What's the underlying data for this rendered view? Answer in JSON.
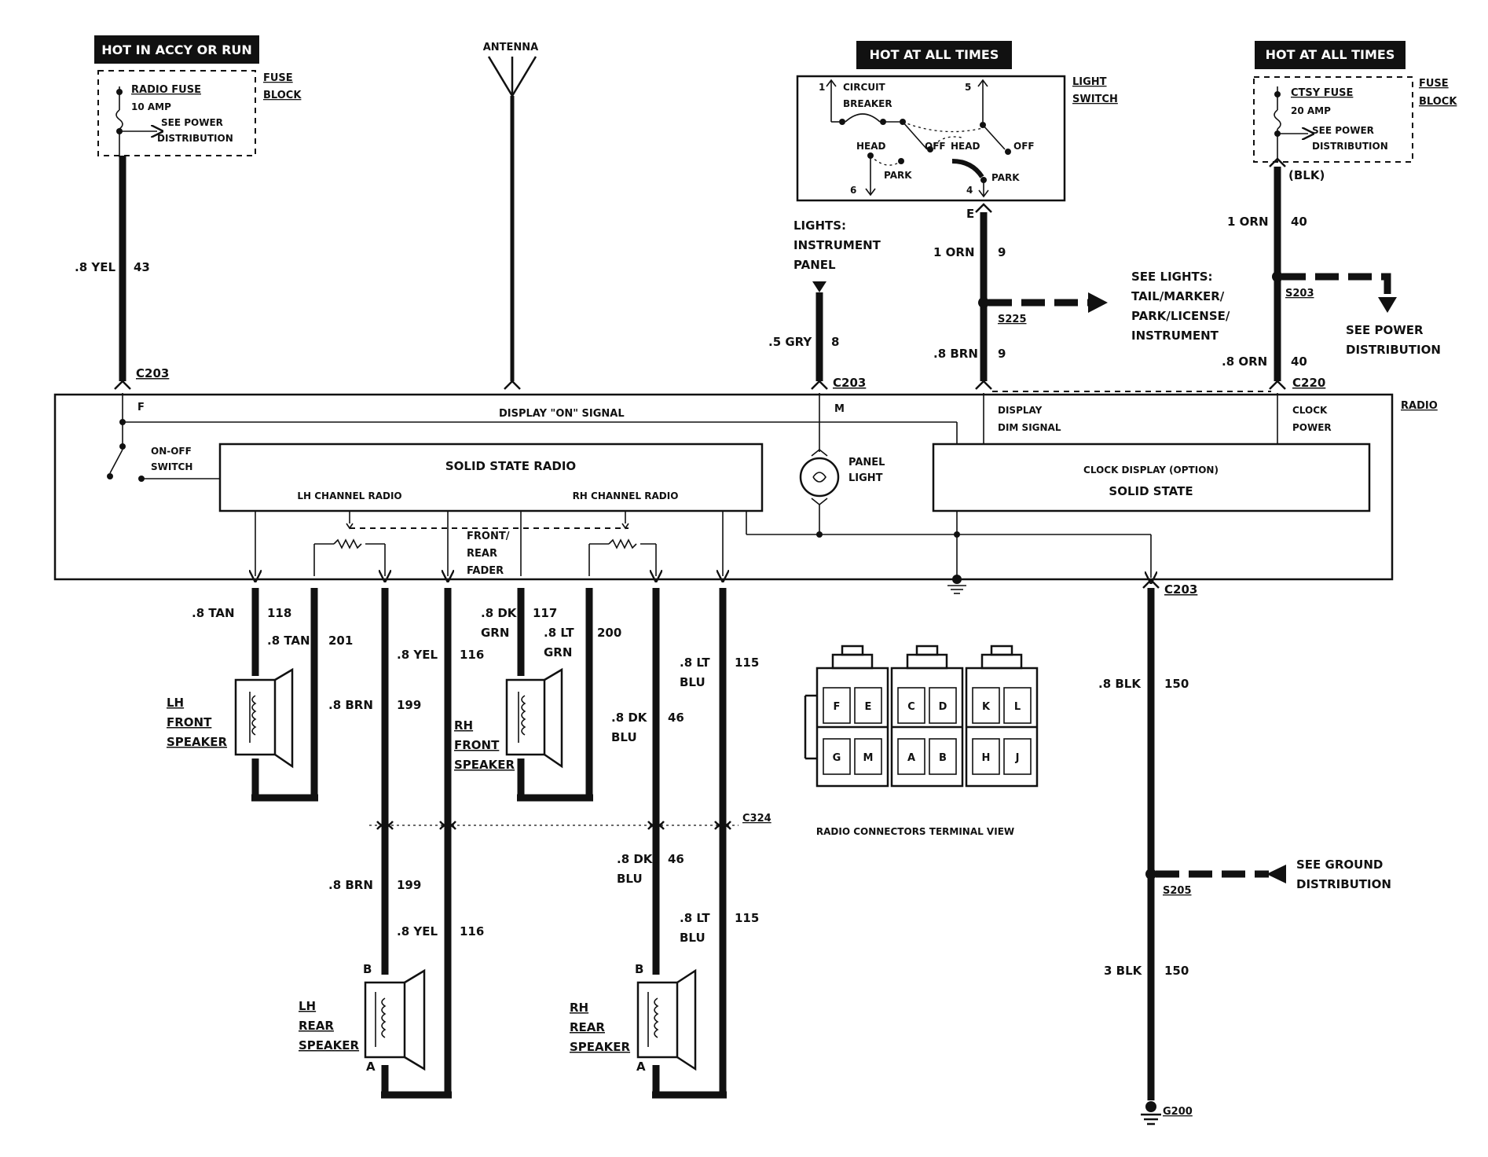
{
  "banners": {
    "hot_accy_run": "HOT IN ACCY OR RUN",
    "hot_all_times_1": "HOT AT ALL TIMES",
    "hot_all_times_2": "HOT AT ALL TIMES"
  },
  "radio_fuse": {
    "name": "RADIO FUSE",
    "amp": "10 AMP",
    "note_1": "SEE POWER",
    "note_2": "DISTRIBUTION",
    "block_1": "FUSE",
    "block_2": "BLOCK"
  },
  "ctsy_fuse": {
    "name": "CTSY FUSE",
    "amp": "20 AMP",
    "note_1": "SEE POWER",
    "note_2": "DISTRIBUTION",
    "block_1": "FUSE",
    "block_2": "BLOCK",
    "blk": "(BLK)"
  },
  "antenna": "ANTENNA",
  "light_switch": {
    "title_1": "LIGHT",
    "title_2": "SWITCH",
    "cb_1": "CIRCUIT",
    "cb_2": "BREAKER",
    "head_1": "HEAD",
    "off_1": "OFF",
    "park_1": "PARK",
    "head_2": "HEAD",
    "off_2": "OFF",
    "park_2": "PARK",
    "pin_1": "1",
    "pin_5": "5",
    "pin_6": "6",
    "pin_4": "4",
    "pin_e": "E"
  },
  "lights_ip": {
    "line_1": "LIGHTS:",
    "line_2": "INSTRUMENT",
    "line_3": "PANEL"
  },
  "see_lights": {
    "line_1": "SEE LIGHTS:",
    "line_2": "TAIL/MARKER/",
    "line_3": "PARK/LICENSE/",
    "line_4": "INSTRUMENT"
  },
  "see_power": {
    "line_1": "SEE POWER",
    "line_2": "DISTRIBUTION"
  },
  "see_ground": {
    "line_1": "SEE GROUND",
    "line_2": "DISTRIBUTION"
  },
  "wires": {
    "w43_color": ".8 YEL",
    "w43_num": "43",
    "w8_color": ".5 GRY",
    "w8_num": "8",
    "w9a_color": "1 ORN",
    "w9a_num": "9",
    "w9b_color": ".8 BRN",
    "w9b_num": "9",
    "w40a_color": "1 ORN",
    "w40a_num": "40",
    "w40b_color": ".8 ORN",
    "w40b_num": "40",
    "w118_color": ".8 TAN",
    "w118_num": "118",
    "w201_color": ".8 TAN",
    "w201_num": "201",
    "w116a_color": ".8 YEL",
    "w116a_num": "116",
    "w199a_color": ".8 BRN",
    "w199a_num": "199",
    "w117_color_1": ".8 DK",
    "w117_color_2": "GRN",
    "w117_num": "117",
    "w200_color_1": ".8 LT",
    "w200_color_2": "GRN",
    "w200_num": "200",
    "w115a_color_1": ".8 LT",
    "w115a_color_2": "BLU",
    "w115a_num": "115",
    "w46a_color_1": ".8 DK",
    "w46a_color_2": "BLU",
    "w46a_num": "46",
    "w150a_color": ".8 BLK",
    "w150a_num": "150",
    "w199b_color": ".8 BRN",
    "w199b_num": "199",
    "w116b_color": ".8 YEL",
    "w116b_num": "116",
    "w46b_color_1": ".8 DK",
    "w46b_color_2": "BLU",
    "w46b_num": "46",
    "w115b_color_1": ".8 LT",
    "w115b_color_2": "BLU",
    "w115b_num": "115",
    "w150b_color": "3 BLK",
    "w150b_num": "150"
  },
  "connectors": {
    "c203_a": "C203",
    "c203_b": "C203",
    "c203_c": "C203",
    "c220": "C220",
    "c324": "C324",
    "s225": "S225",
    "s203": "S203",
    "s205": "S205",
    "g200": "G200"
  },
  "radio": {
    "label": "RADIO",
    "pin_f": "F",
    "pin_m": "M",
    "display_on": "DISPLAY \"ON\" SIGNAL",
    "display_dim_1": "DISPLAY",
    "display_dim_2": "DIM SIGNAL",
    "clock_power_1": "CLOCK",
    "clock_power_2": "POWER",
    "on_off_1": "ON-OFF",
    "on_off_2": "SWITCH",
    "solid_state_radio": "SOLID STATE RADIO",
    "lh_channel": "LH CHANNEL RADIO",
    "rh_channel": "RH CHANNEL RADIO",
    "panel_light_1": "PANEL",
    "panel_light_2": "LIGHT",
    "clock_display": "CLOCK DISPLAY (OPTION)",
    "clock_solid": "SOLID STATE",
    "fader_1": "FRONT/",
    "fader_2": "REAR",
    "fader_3": "FADER"
  },
  "speakers": {
    "lhf_1": "LH",
    "lhf_2": "FRONT",
    "lhf_3": "SPEAKER",
    "rhf_1": "RH",
    "rhf_2": "FRONT",
    "rhf_3": "SPEAKER",
    "lhr_1": "LH",
    "lhr_2": "REAR",
    "lhr_3": "SPEAKER",
    "rhr_1": "RH",
    "rhr_2": "REAR",
    "rhr_3": "SPEAKER",
    "pin_b": "B",
    "pin_a": "A"
  },
  "terminal_view": {
    "caption": "RADIO CONNECTORS TERMINAL VIEW",
    "top_row": [
      "F",
      "E",
      "C",
      "D",
      "K",
      "L"
    ],
    "bottom_row": [
      "G",
      "M",
      "A",
      "B",
      "H",
      "J"
    ]
  }
}
